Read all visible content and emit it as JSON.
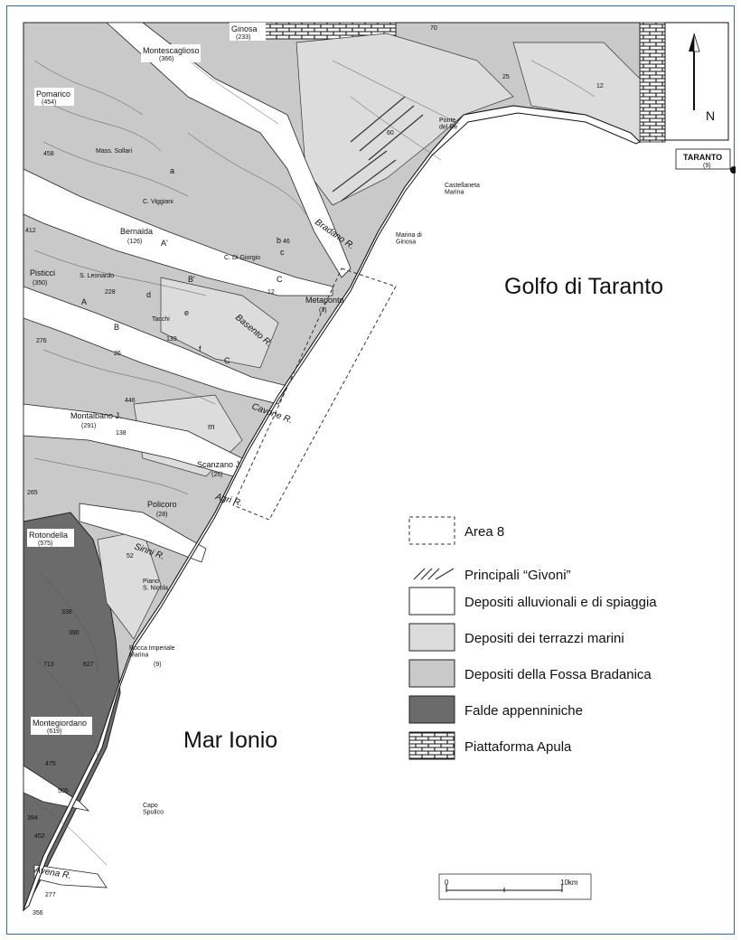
{
  "map": {
    "sea_labels": {
      "gulf": "Golfo di Taranto",
      "sea": "Mar Ionio"
    },
    "north_arrow": {
      "letter": "N"
    },
    "scale_bar": {
      "start": "0",
      "end": "10km"
    },
    "legend": {
      "area": "Area 8",
      "givoni": "Principali “Givoni”",
      "alluvial": "Depositi alluvionali e di spiaggia",
      "terraces": "Depositi dei terrazzi marini",
      "fossa": "Depositi della Fossa Bradanica",
      "falde": "Falde appenniniche",
      "piattaforma": "Piattaforma Apula"
    },
    "towns": {
      "ginosa": "Ginosa",
      "ginosa_elev": "(233)",
      "montescaglioso": "Montescaglioso",
      "montescaglioso_elev": "(366)",
      "pomarico": "Pomarico",
      "pomarico_elev": "(454)",
      "taranto": "TARANTO",
      "taranto_elev": "(9)",
      "ponte_del_re": "Ponte\ndel Re",
      "castellaneta_marina": "Castellaneta\nMarina",
      "marina_di_ginosa": "Marina di\nGinosa",
      "bernalda": "Bernalda",
      "bernalda_elev": "(126)",
      "pisticci": "Pisticci",
      "pisticci_elev": "(350)",
      "metaponto": "Metaponto",
      "metaponto_elev": "(3)",
      "montalbano": "Montalbano J.",
      "montalbano_elev": "(291)",
      "scanzano": "Scanzano J.",
      "scanzano_elev": "(26)",
      "policoro": "Policoro",
      "policoro_elev": "(28)",
      "rotondella": "Rotondella",
      "rotondella_elev": "(575)",
      "piano_s_nicola": "Piano\nS. Nicola",
      "rocca_imperiale": "Rocca Imperiale\nMarina",
      "rocca_imperiale_elev": "(9)",
      "montegiordano": "Montegiordano",
      "montegiordano_elev": "(619)",
      "capo_spulico": "Capo\nSpulico",
      "mass_sollari": "Mass. Sollari",
      "c_viggiani": "C. Viggiani",
      "c_di_giorgio": "C. Di Giorgio",
      "s_leonardo": "S. Leonardo",
      "tacchi": "Tacchi"
    },
    "rivers": {
      "bradano": "Bradano R.",
      "basento": "Basento R.",
      "cavone": "Cavone R.",
      "agri": "Agri R.",
      "sinni": "Sinni R.",
      "avena": "Avena R."
    },
    "section_marks": {
      "a_prime": "A'",
      "a": "A",
      "b_prime": "B'",
      "b": "B",
      "c": "C",
      "c_lower": "C",
      "a_low": "a",
      "b_low": "b",
      "c_low": "c",
      "d_low": "d",
      "e_low": "e",
      "f_low": "f",
      "m_low": "m"
    },
    "spot_heights": {
      "h70": "70",
      "h12": "12",
      "h25": "25",
      "h60": "60",
      "h458": "458",
      "h412": "412",
      "h228": "228",
      "h276": "276",
      "h46": "46",
      "h12b": "12",
      "h139": "139",
      "h26": "26",
      "h446": "446",
      "h138": "138",
      "h52": "52",
      "h338": "338",
      "h713": "713",
      "h627": "627",
      "h390": "390",
      "h475": "475",
      "h505": "505",
      "h452": "452",
      "h277": "277",
      "h356": "356",
      "h394": "394",
      "h265": "265"
    }
  }
}
